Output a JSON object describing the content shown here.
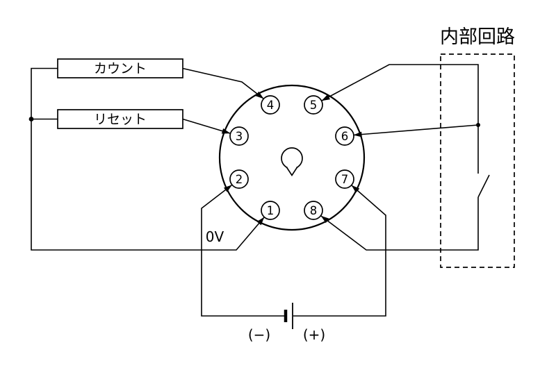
{
  "diagram": {
    "count_label": "カウント",
    "reset_label": "リセット",
    "internal_circuit_label": "内部回路",
    "zero_volt_label": "0V",
    "battery_minus_label": "(−)",
    "battery_plus_label": "(+)",
    "pins": [
      "1",
      "2",
      "3",
      "4",
      "5",
      "6",
      "7",
      "8"
    ]
  }
}
